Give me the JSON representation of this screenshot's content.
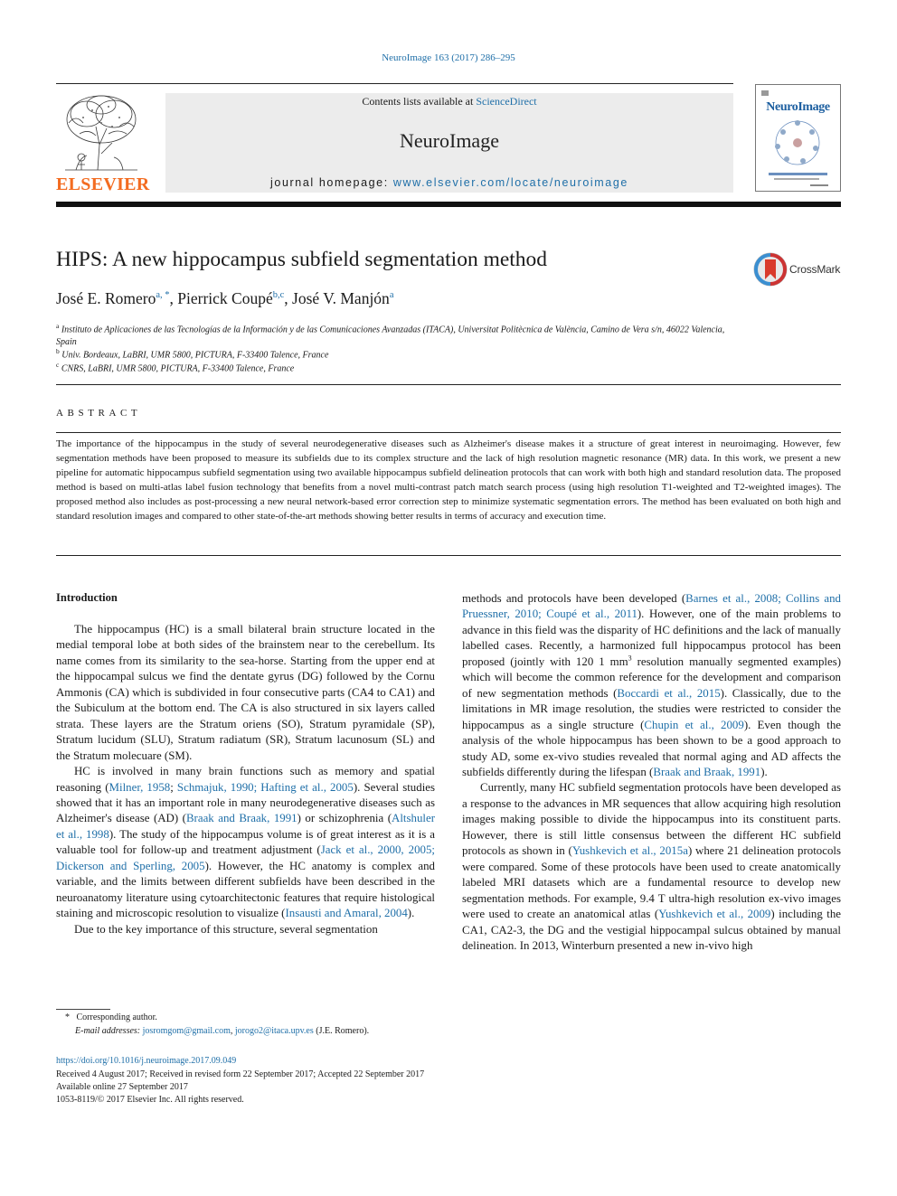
{
  "header": {
    "citation": "NeuroImage 163 (2017) 286–295",
    "publisher_logo_text": "ELSEVIER",
    "contents_prefix": "Contents lists available at ",
    "contents_link": "ScienceDirect",
    "journal_name": "NeuroImage",
    "homepage_prefix": "journal homepage: ",
    "homepage_url": "www.elsevier.com/locate/neuroimage",
    "cover_title": "NeuroImage"
  },
  "article": {
    "title": "HIPS: A new hippocampus subfield segmentation method",
    "crossmark_label": "CrossMark",
    "authors": [
      {
        "name": "José E. Romero",
        "sup": "a, *"
      },
      {
        "name": "Pierrick Coupé",
        "sup": "b,c"
      },
      {
        "name": "José V. Manjón",
        "sup": "a"
      }
    ],
    "affiliations": [
      {
        "key": "a",
        "text": "Instituto de Aplicaciones de las Tecnologías de la Información y de las Comunicaciones Avanzadas (ITACA), Universitat Politècnica de València, Camino de Vera s/n, 46022 Valencia, Spain"
      },
      {
        "key": "b",
        "text": "Univ. Bordeaux, LaBRI, UMR 5800, PICTURA, F-33400 Talence, France"
      },
      {
        "key": "c",
        "text": "CNRS, LaBRI, UMR 5800, PICTURA, F-33400 Talence, France"
      }
    ]
  },
  "abstract": {
    "heading": "ABSTRACT",
    "text": "The importance of the hippocampus in the study of several neurodegenerative diseases such as Alzheimer's disease makes it a structure of great interest in neuroimaging. However, few segmentation methods have been proposed to measure its subfields due to its complex structure and the lack of high resolution magnetic resonance (MR) data. In this work, we present a new pipeline for automatic hippocampus subfield segmentation using two available hippocampus subfield delineation protocols that can work with both high and standard resolution data. The proposed method is based on multi-atlas label fusion technology that benefits from a novel multi-contrast patch match search process (using high resolution T1-weighted and T2-weighted images). The proposed method also includes as post-processing a new neural network-based error correction step to minimize systematic segmentation errors. The method has been evaluated on both high and standard resolution images and compared to other state-of-the-art methods showing better results in terms of accuracy and execution time."
  },
  "body": {
    "intro_heading": "Introduction",
    "left_p1": "The hippocampus (HC) is a small bilateral brain structure located in the medial temporal lobe at both sides of the brainstem near to the cerebellum. Its name comes from its similarity to the sea-horse. Starting from the upper end at the hippocampal sulcus we find the dentate gyrus (DG) followed by the Cornu Ammonis (CA) which is subdivided in four consecutive parts (CA4 to CA1) and the Subiculum at the bottom end. The CA is also structured in six layers called strata. These layers are the Stratum oriens (SO), Stratum pyramidale (SP), Stratum lucidum (SLU), Stratum radiatum (SR), Stratum lacunosum (SL) and the Stratum molecuare (SM).",
    "left_p2": {
      "t1": "HC is involved in many brain functions such as memory and spatial reasoning (",
      "r1": "Milner, 1958",
      "t2": "; ",
      "r2": "Schmajuk, 1990; Hafting et al., 2005",
      "t3": "). Several studies showed that it has an important role in many neurodegenerative diseases such as Alzheimer's disease (AD) (",
      "r3": "Braak and Braak, 1991",
      "t4": ") or schizophrenia (",
      "r4": "Altshuler et al., 1998",
      "t5": "). The study of the hippocampus volume is of great interest as it is a valuable tool for follow-up and treatment adjustment (",
      "r5": "Jack et al., 2000, 2005; Dickerson and Sperling, 2005",
      "t6": "). However, the HC anatomy is complex and variable, and the limits between different subfields have been described in the neuroanatomy literature using cytoarchitectonic features that require histological staining and microscopic resolution to visualize (",
      "r6": "Insausti and Amaral, 2004",
      "t7": ")."
    },
    "left_p3": "Due to the key importance of this structure, several segmentation",
    "right_p1": {
      "t1": "methods and protocols have been developed (",
      "r1": "Barnes et al., 2008; Collins and Pruessner, 2010; Coupé et al., 2011",
      "t2": "). However, one of the main problems to advance in this field was the disparity of HC definitions and the lack of manually labelled cases. Recently, a harmonized full hippocampus protocol has been proposed (jointly with 120 1 mm",
      "sup": "3",
      "t3": " resolution manually segmented examples) which will become the common reference for the development and comparison of new segmentation methods (",
      "r2": "Boccardi et al., 2015",
      "t4": "). Classically, due to the limitations in MR image resolution, the studies were restricted to consider the hippocampus as a single structure (",
      "r3": "Chupin et al., 2009",
      "t5": "). Even though the analysis of the whole hippocampus has been shown to be a good approach to study AD, some ex-vivo studies revealed that normal aging and AD affects the subfields differently during the lifespan (",
      "r4": "Braak and Braak, 1991",
      "t6": ")."
    },
    "right_p2": {
      "t1": "Currently, many HC subfield segmentation protocols have been developed as a response to the advances in MR sequences that allow acquiring high resolution images making possible to divide the hippocampus into its constituent parts. However, there is still little consensus between the different HC subfield protocols as shown in (",
      "r1": "Yushkevich et al., 2015a",
      "t2": ") where 21 delineation protocols were compared. Some of these protocols have been used to create anatomically labeled MRI datasets which are a fundamental resource to develop new segmentation methods. For example, 9.4 T ultra-high resolution ex-vivo images were used to create an anatomical atlas (",
      "r2": "Yushkevich et al., 2009",
      "t3": ") including the CA1, CA2-3, the DG and the vestigial hippocampal sulcus obtained by manual delineation. In 2013, Winterburn presented a new in-vivo high"
    }
  },
  "footnotes": {
    "corr_mark": "*",
    "corr_text": "Corresponding author.",
    "email_label": "E-mail addresses:",
    "email1": "josromgom@gmail.com",
    "email2": "jorogo2@itaca.upv.es",
    "email_suffix": "(J.E. Romero).",
    "doi": "https://doi.org/10.1016/j.neuroimage.2017.09.049",
    "received": "Received 4 August 2017; Received in revised form 22 September 2017; Accepted 22 September 2017",
    "online": "Available online 27 September 2017",
    "copyright": "1053-8119/© 2017 Elsevier Inc. All rights reserved."
  },
  "colors": {
    "link": "#1f6fa8",
    "elsevier_orange": "#f36c21",
    "header_box": "#ececec"
  }
}
